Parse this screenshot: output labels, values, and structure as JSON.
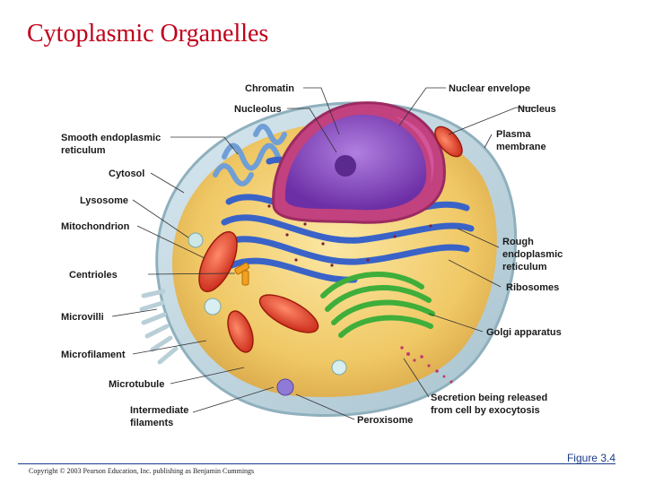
{
  "title": "Cytoplasmic Organelles",
  "labels": {
    "chromatin": "Chromatin",
    "nucleolus": "Nucleolus",
    "smooth_er_1": "Smooth endoplasmic",
    "smooth_er_2": "reticulum",
    "cytosol": "Cytosol",
    "lysosome": "Lysosome",
    "mitochondrion": "Mitochondrion",
    "centrioles": "Centrioles",
    "microvilli": "Microvilli",
    "microfilament": "Microfilament",
    "microtubule": "Microtubule",
    "intermediate_1": "Intermediate",
    "intermediate_2": "filaments",
    "nuclear_envelope": "Nuclear envelope",
    "nucleus": "Nucleus",
    "plasma_1": "Plasma",
    "plasma_2": "membrane",
    "rough_er_1": "Rough",
    "rough_er_2": "endoplasmic",
    "rough_er_3": "reticulum",
    "ribosomes": "Ribosomes",
    "golgi": "Golgi apparatus",
    "secretion_1": "Secretion being released",
    "secretion_2": "from cell by exocytosis",
    "peroxisome": "Peroxisome"
  },
  "figure_ref": "Figure 3.4",
  "copyright": "Copyright © 2003 Pearson Education, Inc. publishing as Benjamin Cummings",
  "colors": {
    "title": "#c0001a",
    "nucleus": "#8a3fbf",
    "rough_er": "#3a63c8",
    "golgi": "#3fae3a",
    "mitochondria": "#e0402a",
    "cytoplasm": "#f4d27a"
  }
}
